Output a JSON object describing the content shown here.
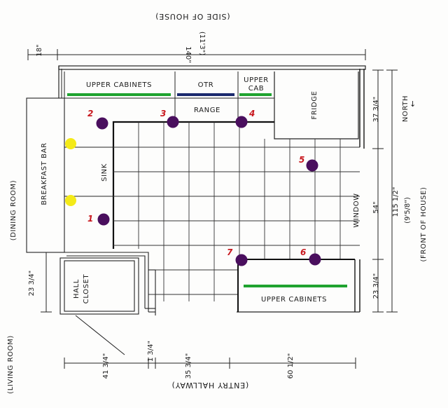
{
  "labels": {
    "side_of_house": "(SIDE OF HOUSE)",
    "dim_top_total": "140\"",
    "dim_top_ft": "(11'3\")",
    "dim_18": "18\"",
    "upper_cabinets_top": "UPPER CABINETS",
    "otr": "OTR",
    "upper_cab": "UPPER CAB",
    "upper_cab_line1": "UPPER",
    "upper_cab_line2": "CAB",
    "range": "RANGE",
    "fridge": "FRIDGE",
    "north": "NORTH",
    "north_arrow": "↓",
    "breakfast_bar": "BREAKFAST BAR",
    "sink": "SINK",
    "dining_room": "(DINING ROOM)",
    "living_room": "(LIVING ROOM)",
    "hall_closet_line1": "HALL",
    "hall_closet_line2": "CLOSET",
    "window": "WINDOW",
    "upper_cabinets_bottom": "UPPER CABINETS",
    "front_of_house": "(FRONT OF HOUSE)",
    "entry_hallway": "(ENTRY HALLWAY)",
    "dim_37_3_4": "37 3/4\"",
    "dim_54": "54\"",
    "dim_115_half": "115 1/2\"",
    "dim_9_5_8": "(9'5/8\")",
    "dim_23_3_4_right": "23 3/4\"",
    "dim_23_3_4_left": "23 3/4\"",
    "dim_41_3_4": "41 3/4\"",
    "dim_1_3_4": "1 3/4\"",
    "dim_35_3_4": "35 3/4\"",
    "dim_60_half": "60 1/2\""
  },
  "markers": [
    {
      "id": "1",
      "color": "#4a0f5e"
    },
    {
      "id": "2",
      "color": "#4a0f5e"
    },
    {
      "id": "3",
      "color": "#4a0f5e"
    },
    {
      "id": "4",
      "color": "#4a0f5e"
    },
    {
      "id": "5",
      "color": "#4a0f5e"
    },
    {
      "id": "6",
      "color": "#4a0f5e"
    },
    {
      "id": "7",
      "color": "#4a0f5e"
    }
  ],
  "colors": {
    "purple": "#4a0f5e",
    "yellow": "#f4ea18",
    "green": "#1fa32f",
    "navy": "#1b2a6e",
    "number_red": "#c8181e"
  }
}
